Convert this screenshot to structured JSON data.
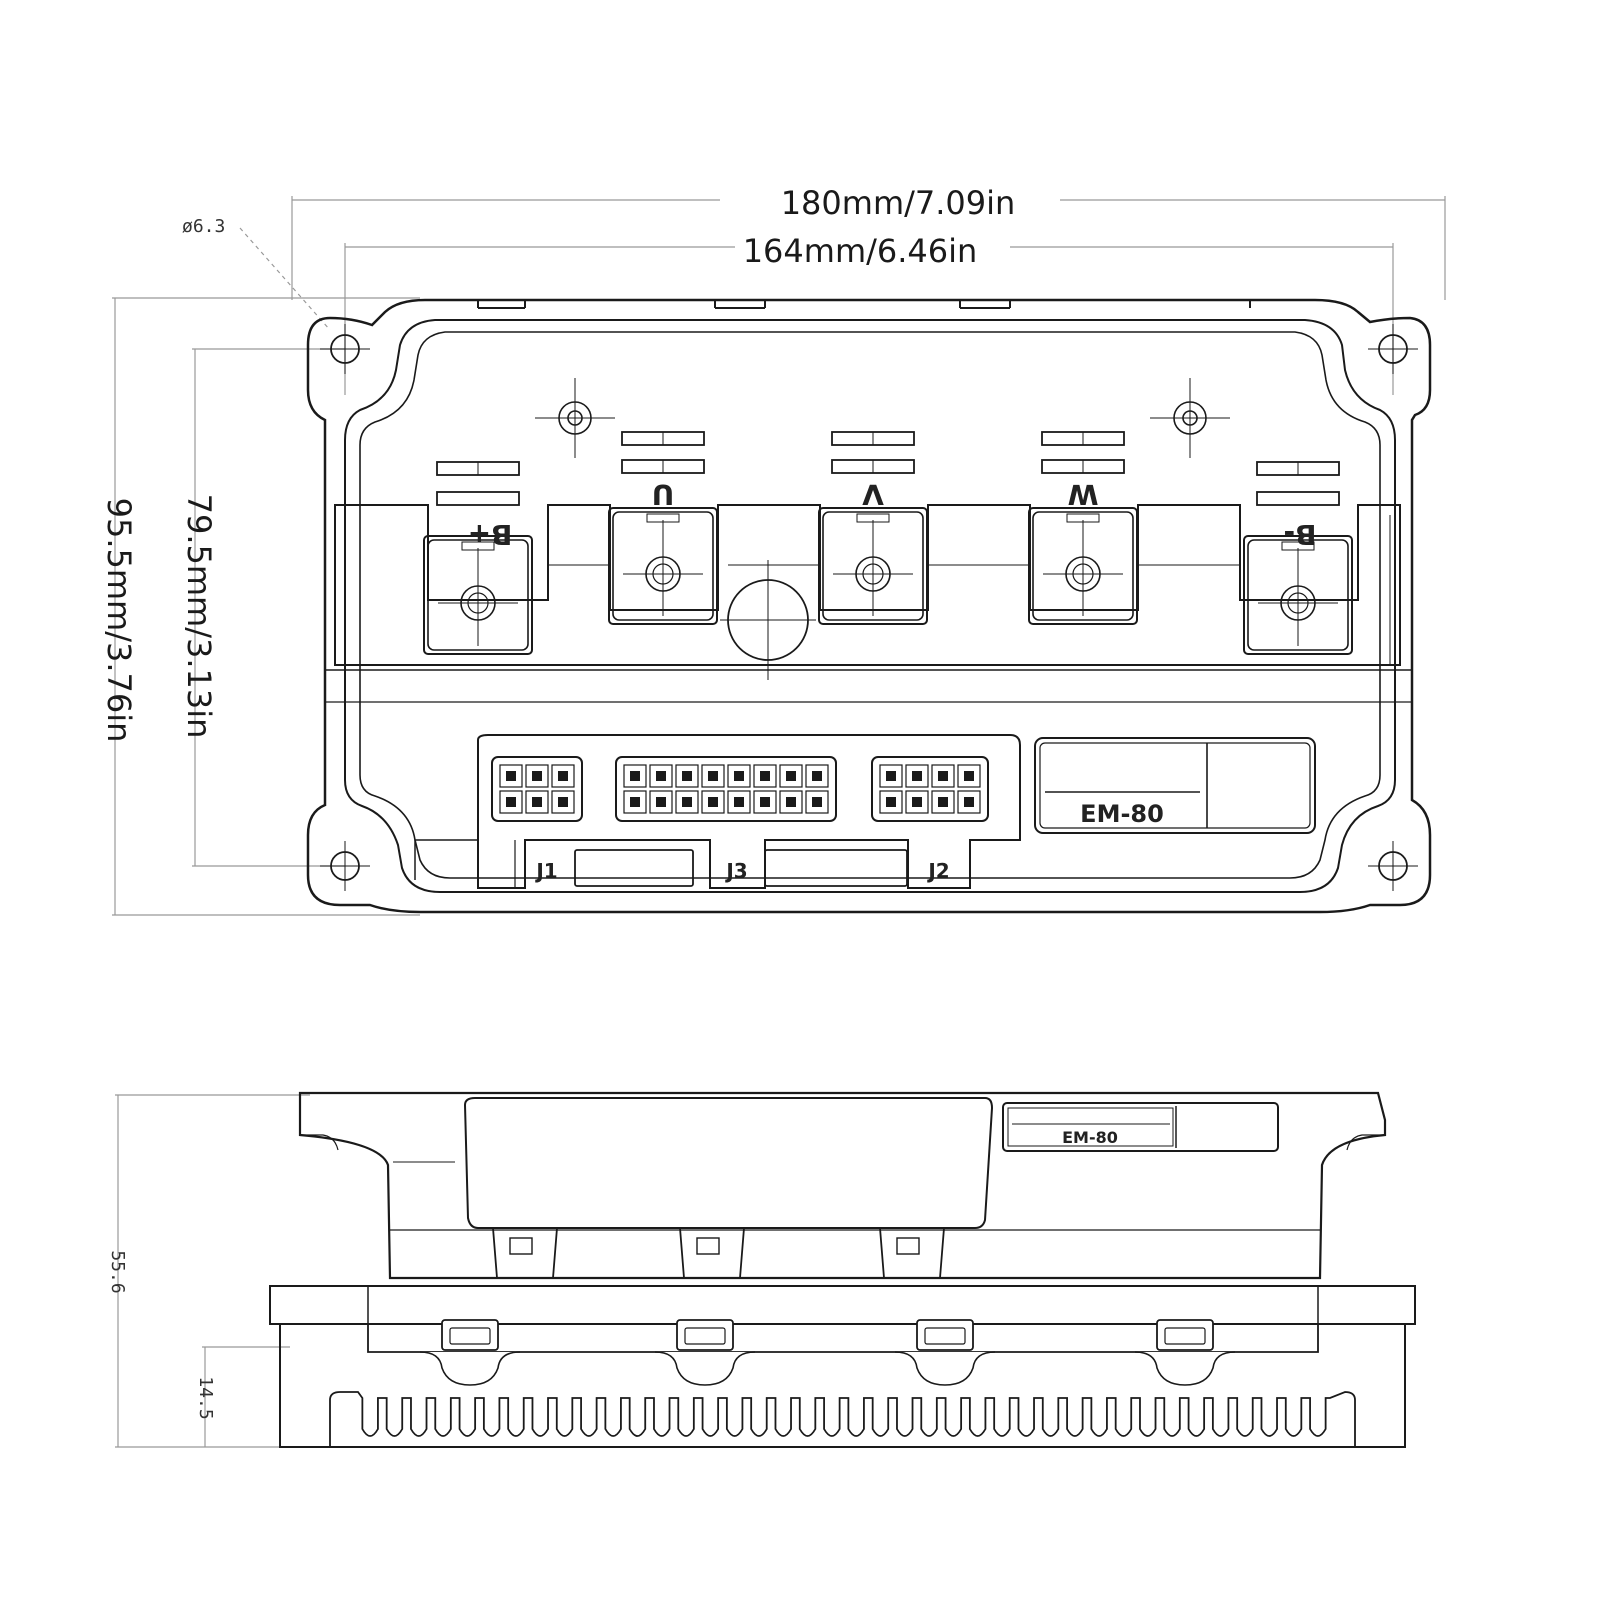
{
  "dimensions": {
    "overall_width": "180mm/7.09in",
    "hole_spacing_width": "164mm/6.46in",
    "hole_diameter": "ø6.3",
    "overall_height": "95.5mm/3.76in",
    "hole_spacing_height": "79.5mm/3.13in",
    "side_total_height": "55.6",
    "side_fin_height": "14.5"
  },
  "terminals": [
    {
      "label": "B+"
    },
    {
      "label": "U"
    },
    {
      "label": "V"
    },
    {
      "label": "W"
    },
    {
      "label": "B-"
    }
  ],
  "connectors": {
    "j1": "J1",
    "j3": "J3",
    "j2": "J2"
  },
  "model": "EM-80",
  "colors": {
    "line": "#1a1a1a",
    "dim_line": "#888888",
    "background": "#ffffff"
  }
}
